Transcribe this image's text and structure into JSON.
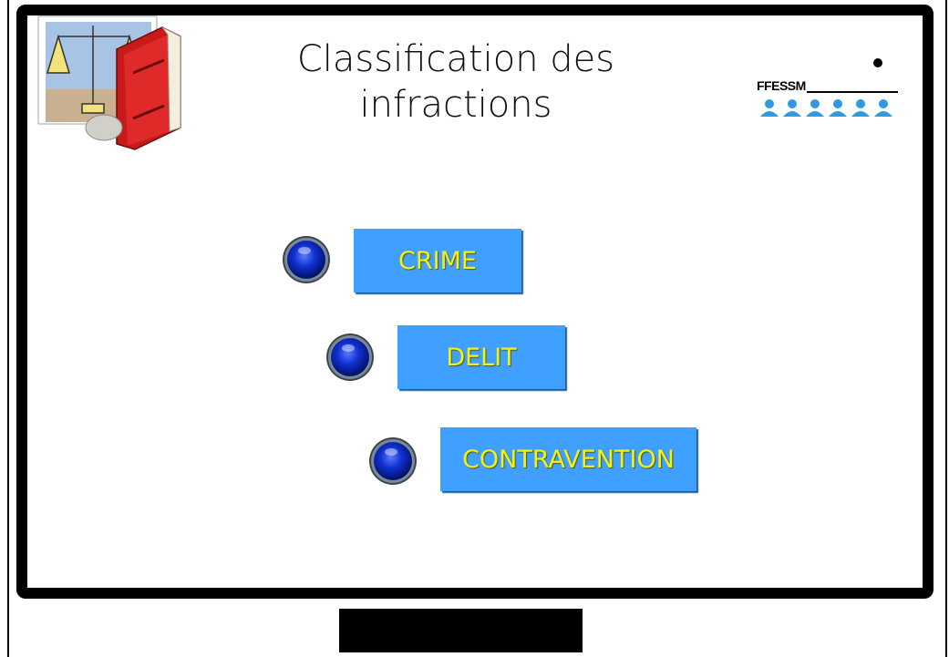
{
  "slide": {
    "title_line1": "Classification des",
    "title_line2": "infractions",
    "logo_text": "FFESSM"
  },
  "items": [
    {
      "label": "CRIME"
    },
    {
      "label": "DELIT"
    },
    {
      "label": "CONTRAVENTION"
    }
  ],
  "colors": {
    "box_fill": "#3fa0ff",
    "box_text": "#f2f21a",
    "orb": "#1030d0",
    "logo_divers": "#2e9be0"
  },
  "icons": [
    "scales-of-justice-icon",
    "law-book-icon",
    "diver-icon"
  ]
}
